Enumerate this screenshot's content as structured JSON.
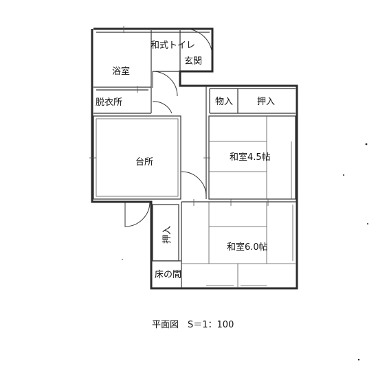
{
  "rooms": {
    "bath": "浴室",
    "toilet": "和式トイレ",
    "entrance": "玄関",
    "dressing": "脱衣所",
    "storage_small": "物入",
    "closet_top": "押入",
    "kitchen": "台所",
    "washitsu_45": "和室4.5帖",
    "closet_left": "押入",
    "washitsu_60": "和室6.0帖",
    "tokonoma": "床の間"
  },
  "caption": "平面図　S＝1：100"
}
